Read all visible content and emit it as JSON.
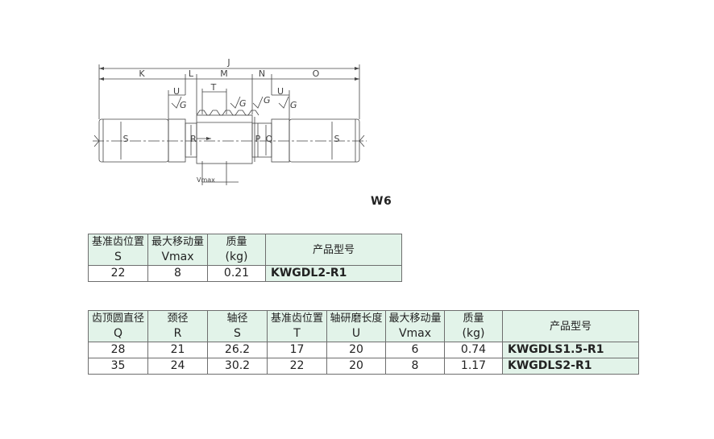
{
  "drawing": {
    "dims": {
      "J": "J",
      "K": "K",
      "L": "L",
      "M": "M",
      "N": "N",
      "O": "O",
      "U": "U",
      "T": "T",
      "S": "S",
      "R": "R",
      "P": "P",
      "Q": "Q",
      "G": "G",
      "Vmax": "Vmax"
    }
  },
  "figure_label": "W6",
  "table1": {
    "headers": [
      "基准齿位置",
      "最大移动量",
      "质量",
      "产品型号"
    ],
    "symbols": [
      "S",
      "Vmax",
      "(kg)"
    ],
    "rows": [
      {
        "s": "22",
        "vmax": "8",
        "mass": "0.21",
        "model": "KWGDL2-R1"
      }
    ]
  },
  "table2": {
    "headers": [
      "齿顶圆直径",
      "颈径",
      "轴径",
      "基准齿位置",
      "轴研磨长度",
      "最大移动量",
      "质量",
      "产品型号"
    ],
    "symbols": [
      "Q",
      "R",
      "S",
      "T",
      "U",
      "Vmax",
      "(kg)"
    ],
    "rows": [
      {
        "q": "28",
        "r": "21",
        "s": "26.2",
        "t": "17",
        "u": "20",
        "vmax": "6",
        "mass": "0.74",
        "model": "KWGDLS1.5-R1"
      },
      {
        "q": "35",
        "r": "24",
        "s": "30.2",
        "t": "22",
        "u": "20",
        "vmax": "8",
        "mass": "1.17",
        "model": "KWGDLS2-R1"
      }
    ]
  }
}
